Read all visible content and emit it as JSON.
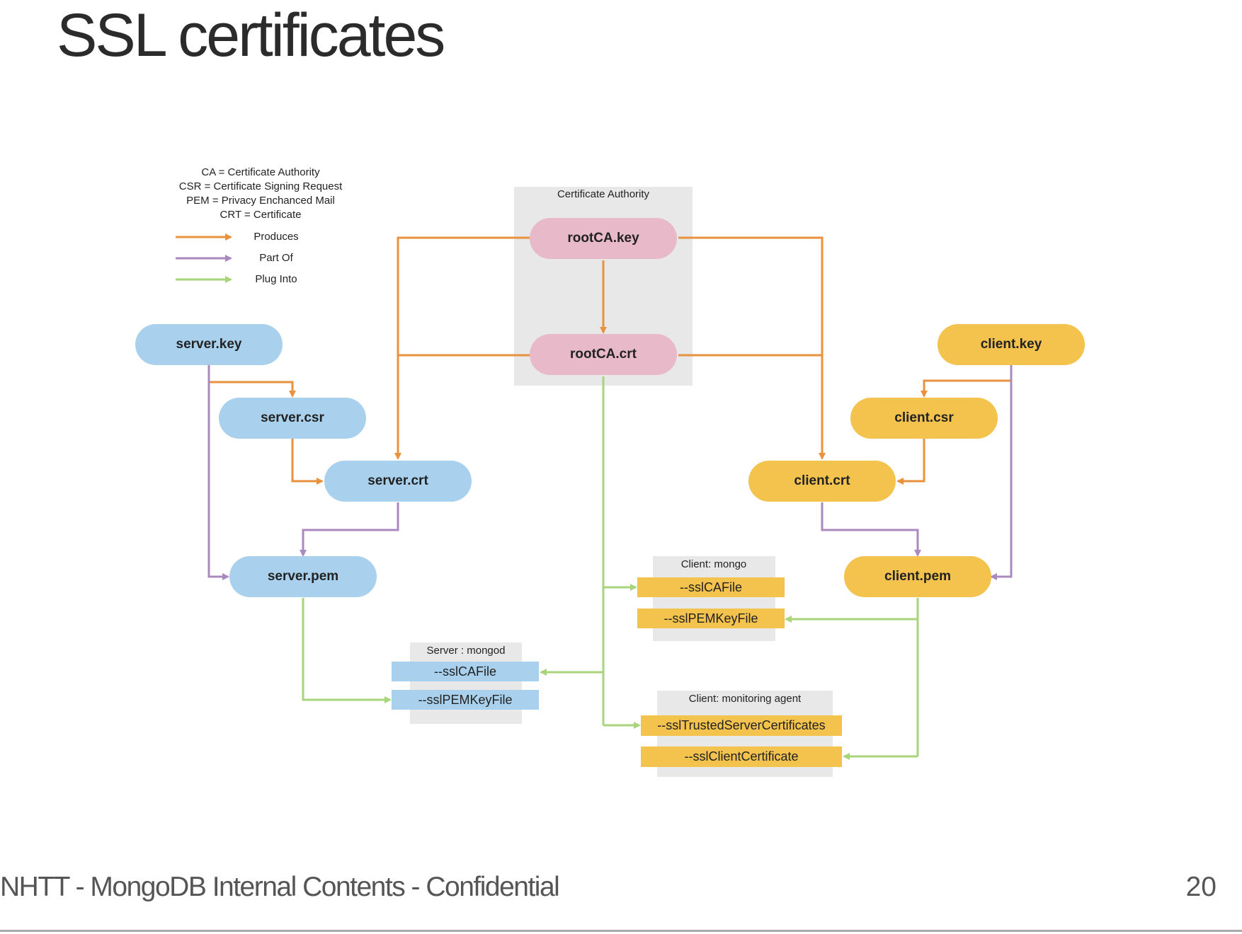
{
  "slide": {
    "title": "SSL certificates",
    "footer": "NHTT - MongoDB Internal Contents - Confidential",
    "page_number": "20"
  },
  "legend": {
    "abbreviations": [
      "CA = Certificate Authority",
      "CSR = Certificate Signing Request",
      "PEM = Privacy Enchanced Mail",
      "CRT = Certificate"
    ],
    "arrows": [
      {
        "label": "Produces",
        "color": "#e8923e"
      },
      {
        "label": "Part Of",
        "color": "#a989be"
      },
      {
        "label": "Plug Into",
        "color": "#a9d57a"
      }
    ]
  },
  "groups": {
    "ca": "Certificate Authority",
    "client_mongo": "Client: mongo",
    "server_mongod": "Server : mongod",
    "client_agent": "Client: monitoring agent"
  },
  "nodes": {
    "rootca_key": "rootCA.key",
    "rootca_crt": "rootCA.crt",
    "server_key": "server.key",
    "server_csr": "server.csr",
    "server_crt": "server.crt",
    "server_pem": "server.pem",
    "client_key": "client.key",
    "client_csr": "client.csr",
    "client_crt": "client.crt",
    "client_pem": "client.pem"
  },
  "flags": {
    "mongo_ca": "--sslCAFile",
    "mongo_pem": "--sslPEMKeyFile",
    "mongod_ca": "--sslCAFile",
    "mongod_pem": "--sslPEMKeyFile",
    "agent_trusted": "--sslTrustedServerCertificates",
    "agent_client": "--sslClientCertificate"
  },
  "colors": {
    "ca_node": "#e8b9c9",
    "server_node": "#a9d1ee",
    "client_node": "#f3c34e",
    "group_bg": "#e8e8e8",
    "produces": "#e8923e",
    "part_of": "#a989be",
    "plug_into": "#a9d57a"
  }
}
